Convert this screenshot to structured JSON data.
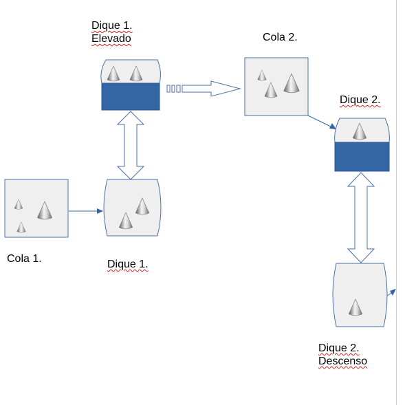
{
  "colors": {
    "box_fill": "#efefef",
    "box_stroke": "#4a6fa5",
    "band_fill": "#3465a4",
    "arrow_stroke": "#3465a4",
    "text": "#000000",
    "spellcheck": "#e02020"
  },
  "labels": {
    "dique1_elevado": {
      "line1": "Dique 1.",
      "line2": "Elevado"
    },
    "cola2": "Cola 2.",
    "dique2": "Dique 2.",
    "cola1": "Cola 1.",
    "dique1": "Dique 1.",
    "dique2_descenso": {
      "line1": "Dique 2.",
      "line2": "Descenso"
    }
  },
  "icons": {
    "item": "cone-icon"
  }
}
